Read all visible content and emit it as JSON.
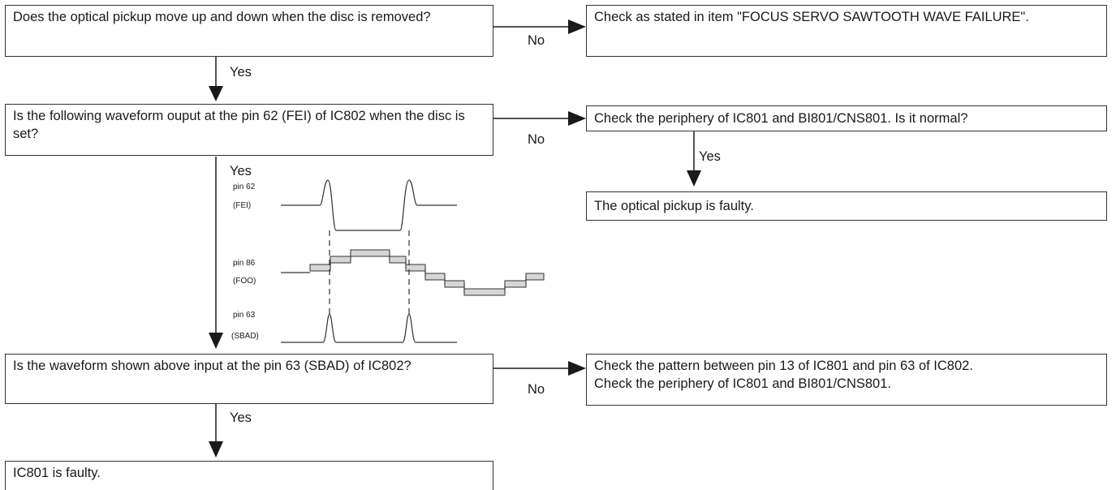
{
  "flow": {
    "q1": "Does the optical pickup move up and down when the disc is removed?",
    "q2": "Is the following waveform ouput at the pin 62 (FEI) of IC802 when the disc is set?",
    "q3": "Is the waveform shown above input at the pin 63 (SBAD) of IC802?",
    "end_ic801": "IC801 is faulty.",
    "r1": "Check as stated in item \"FOCUS SERVO SAWTOOTH WAVE FAILURE\".",
    "r2": "Check the periphery of IC801 and BI801/CNS801. Is it normal?",
    "r2_end": "The optical pickup is faulty.",
    "r3_line1": "Check the pattern between pin 13 of IC801 and pin 63 of IC802.",
    "r3_line2": "Check the periphery of IC801 and BI801/CNS801.",
    "yes": "Yes",
    "no": "No"
  },
  "waveforms": {
    "fei_pin": "pin 62",
    "fei_name": "(FEI)",
    "foo_pin": "pin 86",
    "foo_name": "(FOO)",
    "sbad_pin": "pin 63",
    "sbad_name": "(SBAD)"
  }
}
